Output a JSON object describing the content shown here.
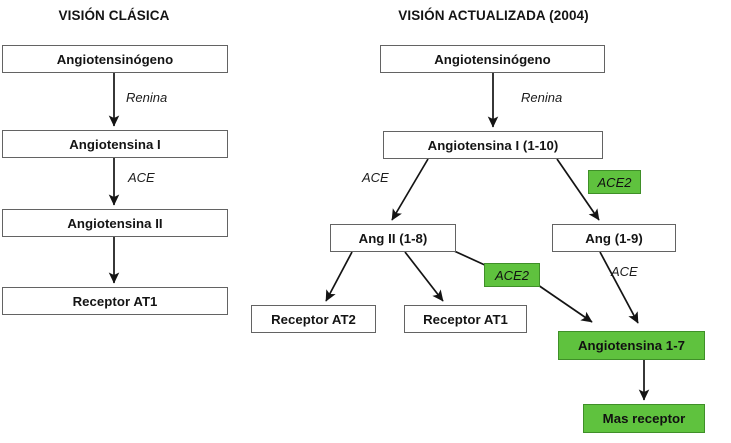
{
  "diagram": {
    "panels": [
      {
        "id": "classica",
        "title": "VISIÓN CLÁSICA"
      },
      {
        "id": "actualizada",
        "title": "VISIÓN ACTUALIZADA (2004)"
      }
    ],
    "colors": {
      "box_border": "#636363",
      "box_fill": "#ffffff",
      "green_fill": "#5FC23E",
      "green_border": "#3F8F28",
      "arrow": "#141414",
      "text": "#141414"
    },
    "classic": {
      "nodes": [
        {
          "id": "c-angiotensinogeno",
          "label": "Angiotensinógeno",
          "style": "white"
        },
        {
          "id": "c-ang1",
          "label": "Angiotensina I",
          "style": "white"
        },
        {
          "id": "c-ang2",
          "label": "Angiotensina II",
          "style": "white"
        },
        {
          "id": "c-at1",
          "label": "Receptor AT1",
          "style": "white"
        }
      ],
      "enzymes": [
        {
          "id": "c-renina",
          "label": "Renina"
        },
        {
          "id": "c-ace",
          "label": "ACE"
        }
      ]
    },
    "updated": {
      "nodes": [
        {
          "id": "u-angiotensinogeno",
          "label": "Angiotensinógeno",
          "style": "white"
        },
        {
          "id": "u-ang1-10",
          "label": "Angiotensina I (1-10)",
          "style": "white"
        },
        {
          "id": "u-ang2-1-8",
          "label": "Ang II (1-8)",
          "style": "white"
        },
        {
          "id": "u-ang-1-9",
          "label": "Ang  (1-9)",
          "style": "white"
        },
        {
          "id": "u-at2",
          "label": "Receptor AT2",
          "style": "white"
        },
        {
          "id": "u-at1",
          "label": "Receptor AT1",
          "style": "white"
        },
        {
          "id": "u-ang-1-7",
          "label": "Angiotensina 1-7",
          "style": "green"
        },
        {
          "id": "u-mas",
          "label": "Mas receptor",
          "style": "green"
        }
      ],
      "enzymes": [
        {
          "id": "u-renina",
          "label": "Renina"
        },
        {
          "id": "u-ace-left",
          "label": "ACE"
        },
        {
          "id": "u-ace-right",
          "label": "ACE"
        }
      ],
      "enzyme_boxes": [
        {
          "id": "u-ace2-top",
          "label": "ACE2"
        },
        {
          "id": "u-ace2-mid",
          "label": "ACE2"
        }
      ]
    }
  }
}
